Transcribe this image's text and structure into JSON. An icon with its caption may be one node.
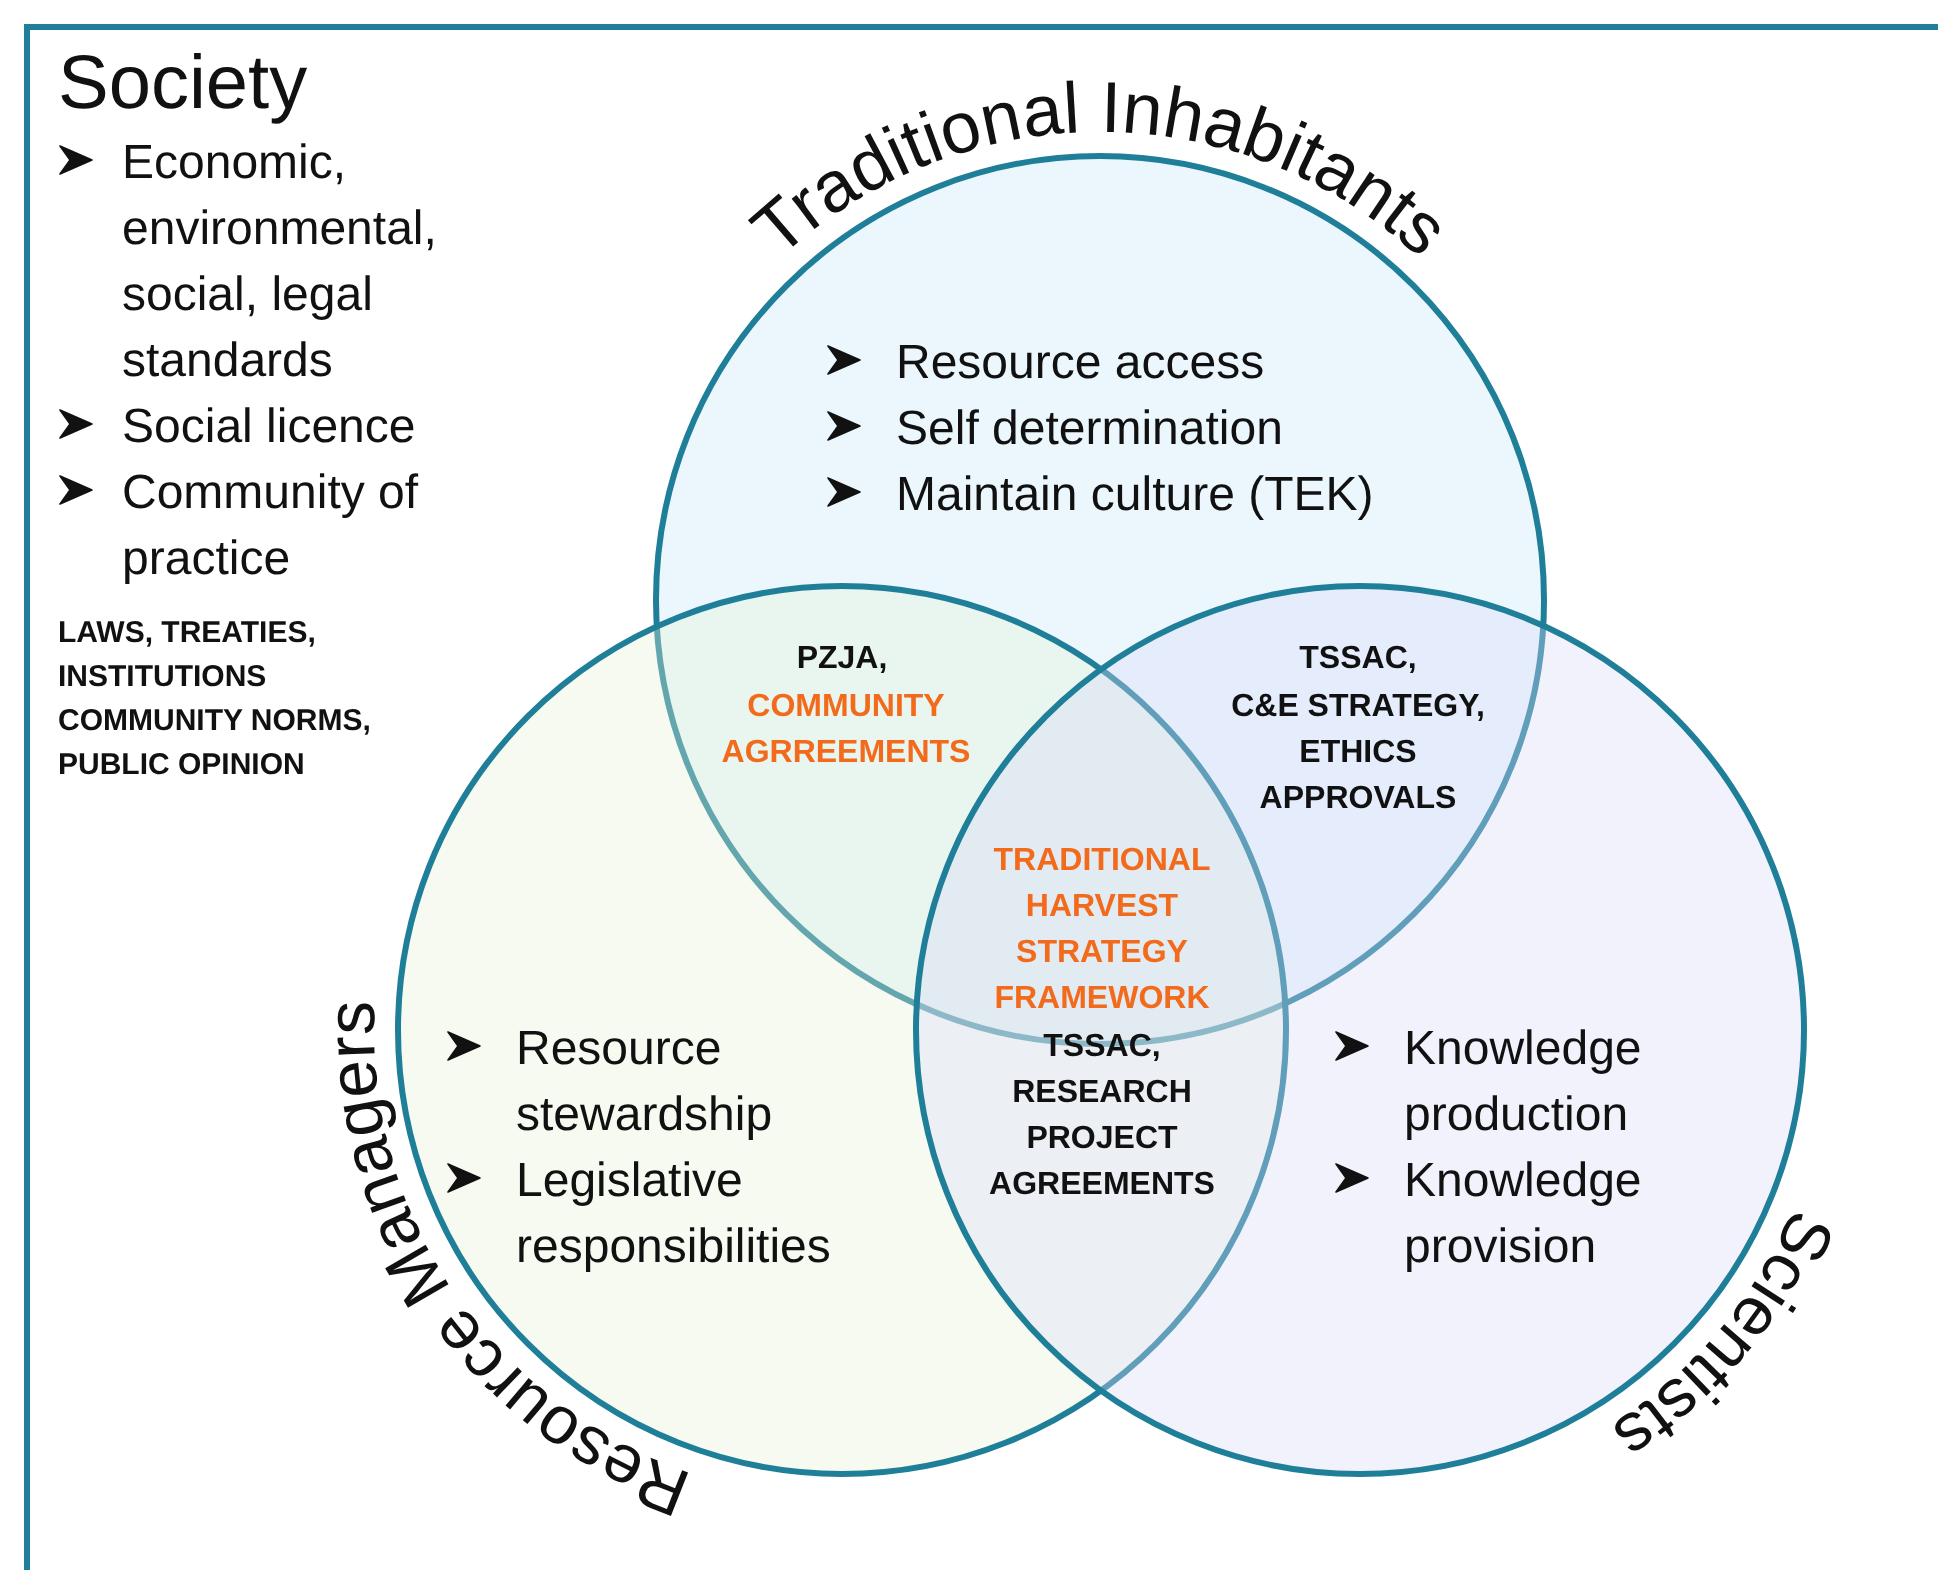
{
  "diagram": {
    "nodes": [
      {
        "text": [
          "Society",
          "Economic, environmental, social, legal standards",
          "Social licence",
          "Community of practice",
          "LAWS, TREATIES, INSTITUTIONS COMMUNITY NORMS, PUBLIC OPINION"
        ]
      },
      {
        "text": [
          "Traditional Inhabitants",
          "Resource access",
          "Self determination",
          "Maintain culture (TEK)"
        ],
        "in": 0
      },
      {
        "text": [
          "Resource Managers",
          "Resource stewardship",
          "Legislative responsibilities"
        ],
        "in": 0
      },
      {
        "text": [
          "Knowledge production",
          "Knowledge provision",
          "Scientists"
        ],
        "in": 0
      }
    ],
    "labels": [
      "PZJA,",
      "COMMUNITY AGRREEMENTS",
      "TSSAC,",
      "C&E STRATEGY, ETHICS APPROVALS",
      "TRADITIONAL HARVEST STRATEGY FRAMEWORK",
      "TSSAC,",
      "RESEARCH PROJECT AGREEMENTS"
    ]
  }
}
